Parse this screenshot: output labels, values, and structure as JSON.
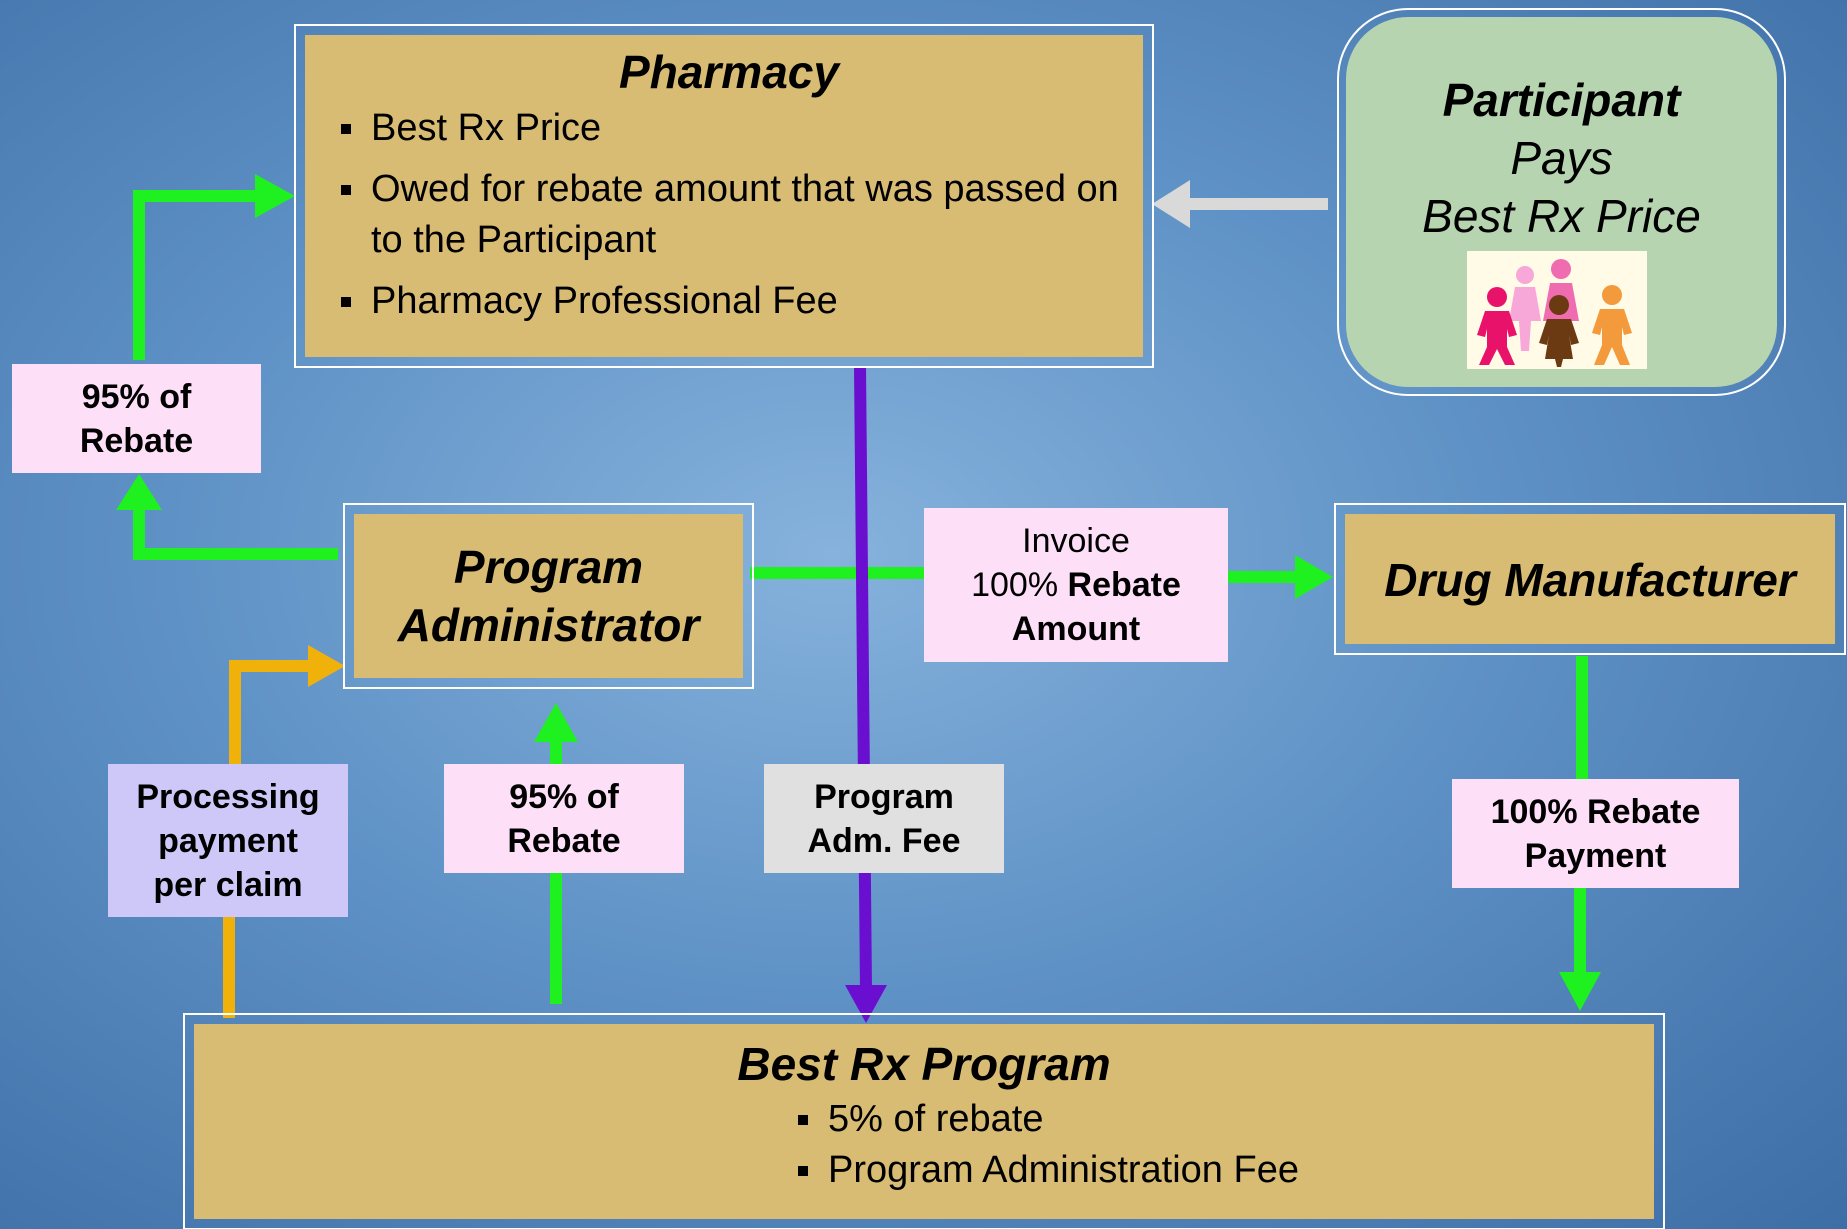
{
  "colors": {
    "box_fill": "#d9bc74",
    "participant_fill": "#b7d4b0",
    "label_pink": "#fde0f7",
    "label_lavender": "#cdc8f8",
    "label_grey": "#e0e0e0",
    "arrow_green": "#1ff01f",
    "arrow_purple": "#6a0fd0",
    "arrow_orange": "#f0b20a",
    "arrow_grey": "#d9d9d9",
    "background": "#5f92c6"
  },
  "pharmacy": {
    "title": "Pharmacy",
    "bullets": [
      "Best Rx Price",
      "Owed for rebate amount that was passed on to the Participant",
      "Pharmacy Professional Fee"
    ]
  },
  "participant": {
    "title": "Participant",
    "line1": "Pays",
    "line2": "Best Rx Price",
    "icon": "people-group-icon"
  },
  "program_admin": {
    "line1": "Program",
    "line2": "Administrator"
  },
  "drug_manufacturer": {
    "title": "Drug Manufacturer"
  },
  "best_rx_program": {
    "title": "Best Rx Program",
    "bullets": [
      "5% of rebate",
      "Program Administration Fee"
    ]
  },
  "labels": {
    "rebate_95_top": {
      "line1": "95% of",
      "line2": "Rebate"
    },
    "invoice": {
      "line1": "Invoice",
      "line2_plain": "100% ",
      "line2_bold": "Rebate",
      "line3": "Amount"
    },
    "processing": {
      "line1": "Processing",
      "line2": "payment",
      "line3": "per claim"
    },
    "rebate_95_mid": {
      "line1": "95% of",
      "line2": "Rebate"
    },
    "adm_fee": {
      "line1": "Program",
      "line2": "Adm. Fee"
    },
    "payment_100": {
      "line1": "100% Rebate",
      "line2": "Payment"
    }
  }
}
